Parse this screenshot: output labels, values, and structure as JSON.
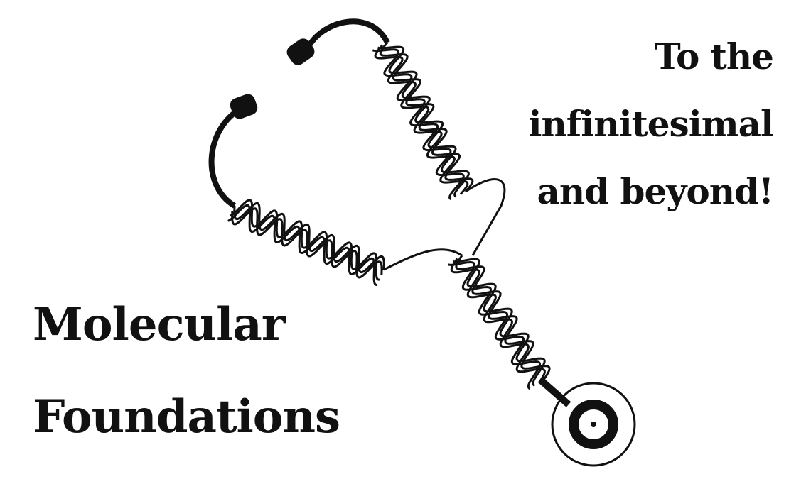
{
  "tagline": {
    "line1": "To the",
    "line2": "infinitesimal",
    "line3": "and beyond!"
  },
  "title": {
    "line1": "Molecular",
    "line2": "Foundations"
  },
  "colors": {
    "ink": "#111111",
    "background": "#ffffff"
  }
}
